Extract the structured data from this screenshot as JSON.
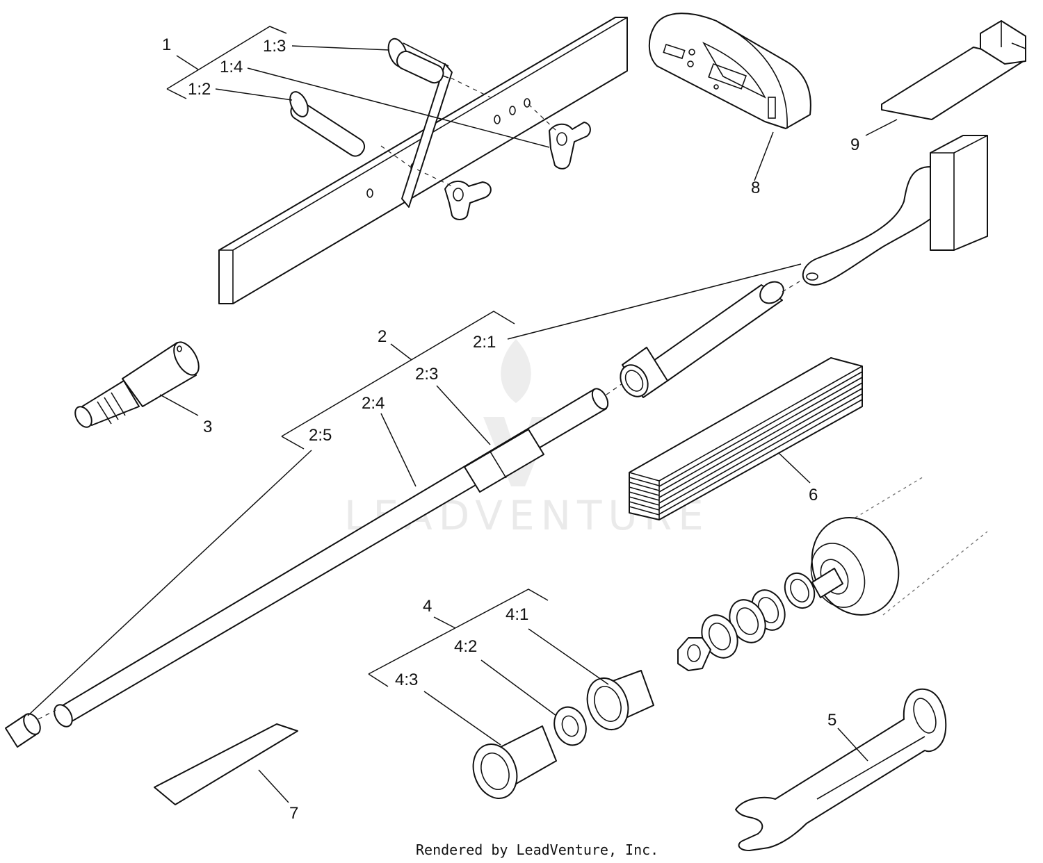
{
  "labels": {
    "l1": "1",
    "l1_2": "1:2",
    "l1_3": "1:3",
    "l1_4": "1:4",
    "l2": "2",
    "l2_1": "2:1",
    "l2_3": "2:3",
    "l2_4": "2:4",
    "l2_5": "2:5",
    "l3": "3",
    "l4": "4",
    "l4_1": "4:1",
    "l4_2": "4:2",
    "l4_3": "4:3",
    "l5": "5",
    "l6": "6",
    "l7": "7",
    "l8": "8",
    "l9": "9"
  },
  "watermark": "LEADVENTURE",
  "credit": "Rendered by LeadVenture, Inc.",
  "colors": {
    "line": "#111111",
    "watermark": "#d9d9d9",
    "background": "#ffffff"
  }
}
